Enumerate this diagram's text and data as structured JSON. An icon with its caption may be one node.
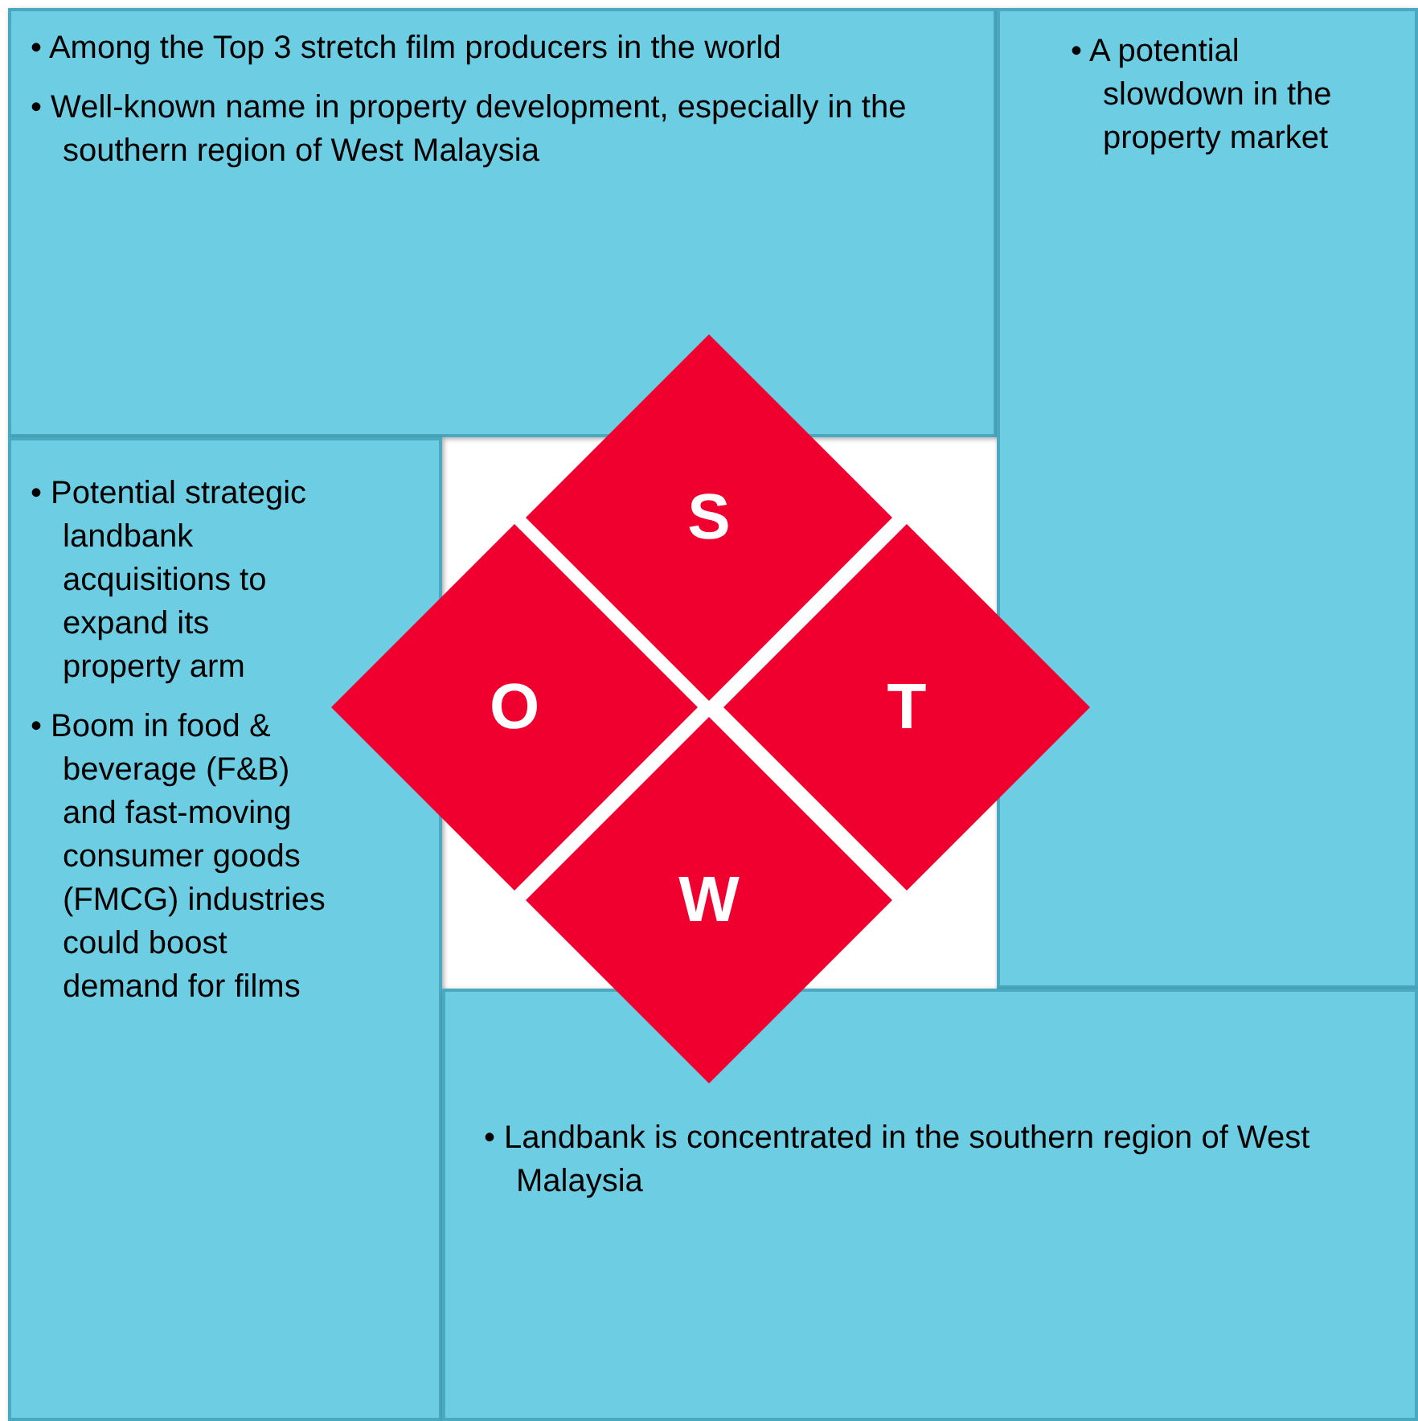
{
  "diagram": {
    "nodes": [
      {
        "text": [
          "• Among the Top 3 stretch film producers in the world",
          "• Well-known name in property development, especially in the southern region of West Malaysia"
        ]
      },
      {
        "text": [
          "• A potential slowdown in the property market"
        ]
      },
      {
        "text": [
          "• Potential strategic landbank acquisitions to expand its property arm",
          "• Boom in food & beverage (F&B) and fast-moving consumer goods (FMCG) industries could boost demand for films"
        ]
      },
      {
        "text": [
          "• Landbank is concentrated in the southern region of West Malaysia"
        ]
      },
      {
        "text": [
          "S"
        ]
      },
      {
        "text": [
          "O"
        ]
      },
      {
        "text": [
          "T"
        ]
      },
      {
        "text": [
          "W"
        ]
      }
    ]
  }
}
